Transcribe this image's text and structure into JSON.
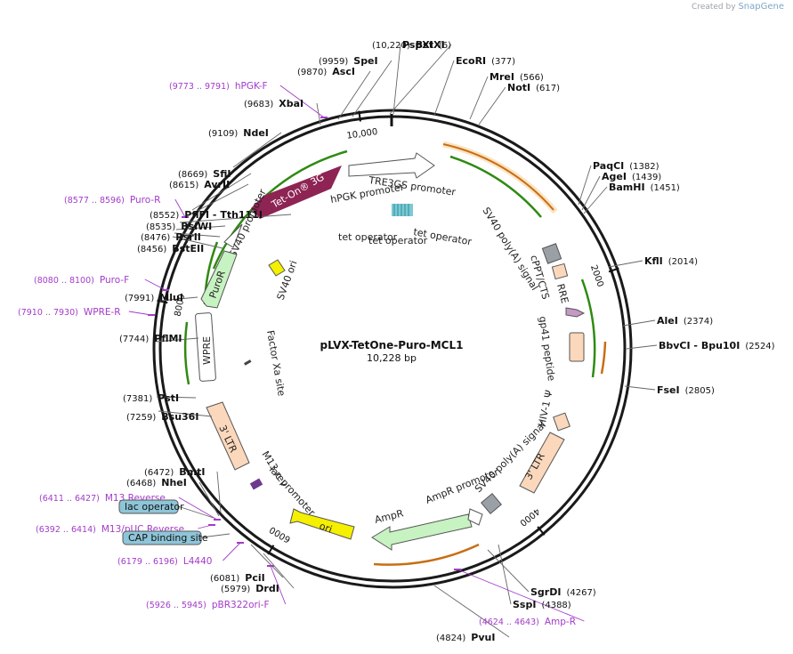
{
  "credit": {
    "prefix": "Created by",
    "brand": "SnapGene"
  },
  "plasmid": {
    "name": "pLVX-TetOne-Puro-MCL1",
    "size": "10,228 bp",
    "length": 10228
  },
  "ticks": [
    {
      "pos": 2000,
      "label": "2000"
    },
    {
      "pos": 4000,
      "label": "4000"
    },
    {
      "pos": 6000,
      "label": "6000"
    },
    {
      "pos": 8000,
      "label": "8000"
    },
    {
      "pos": 10000,
      "label": "10,000"
    }
  ],
  "sites": [
    {
      "name": "PspXI",
      "pos": "(6)",
      "side": "right"
    },
    {
      "name": "BstXI",
      "pos": "(10,220)",
      "side": "left"
    },
    {
      "name": "EcoRI",
      "pos": "(377)",
      "side": "right"
    },
    {
      "name": "SpeI",
      "pos": "(9959)",
      "side": "left"
    },
    {
      "name": "AscI",
      "pos": "(9870)",
      "side": "left"
    },
    {
      "name": "MreI",
      "pos": "(566)",
      "side": "right"
    },
    {
      "name": "NotI",
      "pos": "(617)",
      "side": "right"
    },
    {
      "name": "XbaI",
      "pos": "(9683)",
      "side": "left"
    },
    {
      "name": "NdeI",
      "pos": "(9109)",
      "side": "left"
    },
    {
      "name": "PaqCI",
      "pos": "(1382)",
      "side": "right"
    },
    {
      "name": "AgeI",
      "pos": "(1439)",
      "side": "right"
    },
    {
      "name": "BamHI",
      "pos": "(1451)",
      "side": "right"
    },
    {
      "name": "SfiI",
      "pos": "(8669)",
      "side": "left"
    },
    {
      "name": "AvrII",
      "pos": "(8615)",
      "side": "left"
    },
    {
      "name": "PflFI - Tth111I",
      "pos": "(8552)",
      "side": "left"
    },
    {
      "name": "BsiWI",
      "pos": "(8535)",
      "side": "left"
    },
    {
      "name": "RsrII",
      "pos": "(8476)",
      "side": "left"
    },
    {
      "name": "BstEII",
      "pos": "(8456)",
      "side": "left"
    },
    {
      "name": "KflI",
      "pos": "(2014)",
      "side": "right"
    },
    {
      "name": "MluI",
      "pos": "(7991)",
      "side": "left"
    },
    {
      "name": "AleI",
      "pos": "(2374)",
      "side": "right"
    },
    {
      "name": "PflMI",
      "pos": "(7744)",
      "side": "left"
    },
    {
      "name": "BbvCI - Bpu10I",
      "pos": "(2524)",
      "side": "right"
    },
    {
      "name": "FseI",
      "pos": "(2805)",
      "side": "right"
    },
    {
      "name": "PstI",
      "pos": "(7381)",
      "side": "left"
    },
    {
      "name": "Bsu36I",
      "pos": "(7259)",
      "side": "left"
    },
    {
      "name": "BmtI",
      "pos": "(6472)",
      "side": "left"
    },
    {
      "name": "NheI",
      "pos": "(6468)",
      "side": "left"
    },
    {
      "name": "PciI",
      "pos": "(6081)",
      "side": "left"
    },
    {
      "name": "DrdI",
      "pos": "(5979)",
      "side": "left"
    },
    {
      "name": "SgrDI",
      "pos": "(4267)",
      "side": "right"
    },
    {
      "name": "SspI",
      "pos": "(4388)",
      "side": "right"
    },
    {
      "name": "PvuI",
      "pos": "(4824)",
      "side": "left"
    }
  ],
  "primers": [
    {
      "name": "hPGK-F",
      "range": "(9773 .. 9791)"
    },
    {
      "name": "Puro-R",
      "range": "(8577 .. 8596)"
    },
    {
      "name": "Puro-F",
      "range": "(8080 .. 8100)"
    },
    {
      "name": "WPRE-R",
      "range": "(7910 .. 7930)"
    },
    {
      "name": "M13 Reverse",
      "range": "(6411 .. 6427)"
    },
    {
      "name": "M13/pUC Reverse",
      "range": "(6392 .. 6414)"
    },
    {
      "name": "L4440",
      "range": "(6179 .. 6196)"
    },
    {
      "name": "pBR322ori-F",
      "range": "(5926 .. 5945)"
    },
    {
      "name": "Amp-R",
      "range": "(4624 .. 4643)"
    }
  ],
  "boxed_features": [
    {
      "name": "lac operator"
    },
    {
      "name": "CAP binding site"
    }
  ],
  "features": [
    {
      "name": "TRE3GS promoter"
    },
    {
      "name": "hPGK promoter"
    },
    {
      "name": "Tet-On® 3G"
    },
    {
      "name": "tet operator"
    },
    {
      "name": "tet operator"
    },
    {
      "name": "tet operator"
    },
    {
      "name": "SV40 promoter"
    },
    {
      "name": "PuroR"
    },
    {
      "name": "SV40 ori"
    },
    {
      "name": "WPRE"
    },
    {
      "name": "Factor Xa site"
    },
    {
      "name": "3' LTR"
    },
    {
      "name": "M13 rev"
    },
    {
      "name": "lac promoter"
    },
    {
      "name": "ori"
    },
    {
      "name": "AmpR"
    },
    {
      "name": "AmpR promoter"
    },
    {
      "name": "SV40 poly(A) signal"
    },
    {
      "name": "3' LTR"
    },
    {
      "name": "HIV-1 Ψ"
    },
    {
      "name": "gp41 peptide"
    },
    {
      "name": "RRE"
    },
    {
      "name": "cPPT/CTS"
    },
    {
      "name": "SV40 poly(A) signal"
    }
  ],
  "colors": {
    "backbone": "#1a1a1a",
    "primer": "#a33bc9",
    "orf_green": "#2f8a12",
    "orf_orange": "#c86e12",
    "tet_on": "#8d2453",
    "ori": "#f5ef00",
    "puror": "#c7f2c1",
    "ltr": "#fbd8bc",
    "box_blue": "#8ec5d8"
  }
}
